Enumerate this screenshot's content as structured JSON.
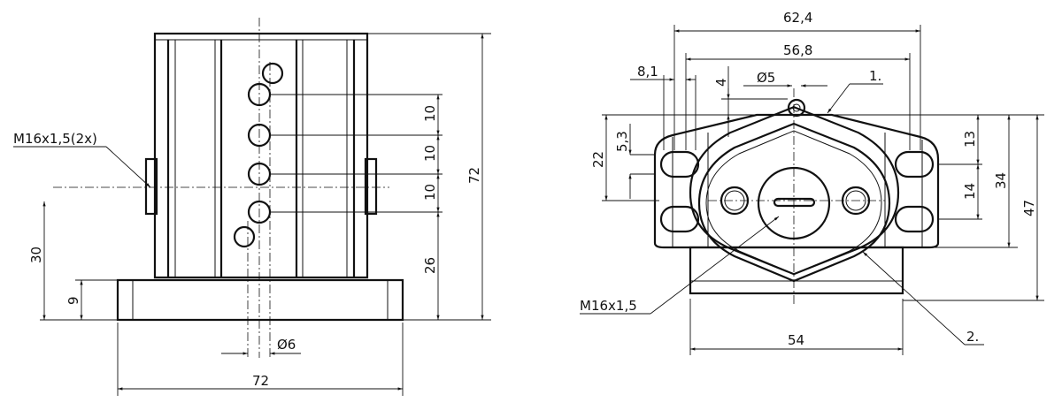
{
  "front_view": {
    "thread_label": "M16x1,5(2x)",
    "dim_height_30": "30",
    "dim_base_9": "9",
    "dim_width_72": "72",
    "dim_hole_dia": "Ø6",
    "dim_pitch_1": "10",
    "dim_pitch_2": "10",
    "dim_pitch_3": "10",
    "dim_26": "26",
    "dim_height_72": "72"
  },
  "side_view": {
    "dim_62_4": "62,4",
    "dim_56_8": "56,8",
    "dim_8_1": "8,1",
    "dim_dia5": "Ø5",
    "dim_4": "4",
    "callout_1": "1.",
    "dim_22": "22",
    "dim_5_3": "5,3",
    "dim_13": "13",
    "dim_14": "14",
    "dim_34": "34",
    "dim_47": "47",
    "thread_label": "M16x1,5",
    "dim_54": "54",
    "callout_2": "2."
  }
}
